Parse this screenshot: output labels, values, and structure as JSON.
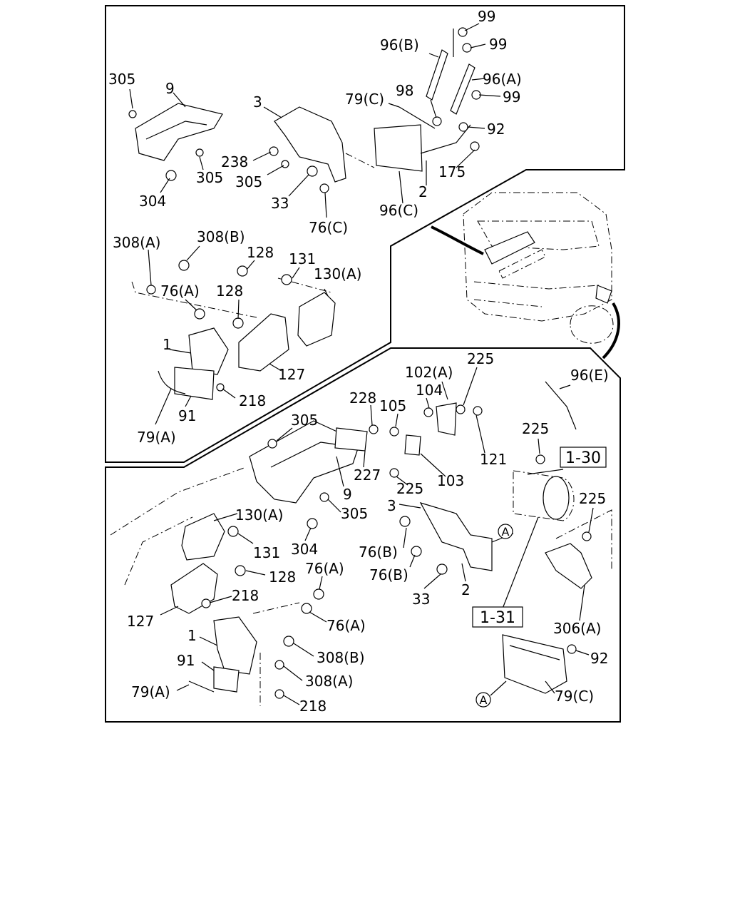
{
  "labels": {
    "l_99_a": "99",
    "l_99_b": "99",
    "l_99_c": "99",
    "l_96B": "96(B)",
    "l_96A": "96(A)",
    "l_305_a": "305",
    "l_9_a": "9",
    "l_3_a": "3",
    "l_79C_a": "79(C)",
    "l_98": "98",
    "l_92_a": "92",
    "l_238": "238",
    "l_305_b": "305",
    "l_305_c": "305",
    "l_175": "175",
    "l_2_a": "2",
    "l_304_a": "304",
    "l_33_a": "33",
    "l_96C": "96(C)",
    "l_76C": "76(C)",
    "l_308A_a": "308(A)",
    "l_308B_a": "308(B)",
    "l_128_a": "128",
    "l_131_a": "131",
    "l_130A_a": "130(A)",
    "l_76A_a": "76(A)",
    "l_128_b": "128",
    "l_1_a": "1",
    "l_127_a": "127",
    "l_218_a": "218",
    "l_91_a": "91",
    "l_79A_a": "79(A)",
    "l_225_a": "225",
    "l_102A": "102(A)",
    "l_96E": "96(E)",
    "l_104": "104",
    "l_228": "228",
    "l_105": "105",
    "l_225_b": "225",
    "l_121": "121",
    "l_305_d": "305",
    "l_227": "227",
    "l_103": "103",
    "l_225_c": "225",
    "l_9_b": "9",
    "l_305_e": "305",
    "l_3_b": "3",
    "l_225_d": "225",
    "l_130A_b": "130(A)",
    "l_131_b": "131",
    "l_304_b": "304",
    "l_76B_a": "76(B)",
    "l_76B_b": "76(B)",
    "l_128_c": "128",
    "l_76A_b": "76(A)",
    "l_218_b": "218",
    "l_33_b": "33",
    "l_2_b": "2",
    "l_127_b": "127",
    "l_76A_c": "76(A)",
    "l_306A": "306(A)",
    "l_1_b": "1",
    "l_308B_b": "308(B)",
    "l_92_b": "92",
    "l_91_b": "91",
    "l_308A_b": "308(A)",
    "l_79A_b": "79(A)",
    "l_79C_b": "79(C)",
    "l_218_c": "218"
  },
  "refs": {
    "ref_1_30": "1-30",
    "ref_1_31": "1-31",
    "marker_A_top": "A",
    "marker_A_bottom": "A"
  }
}
